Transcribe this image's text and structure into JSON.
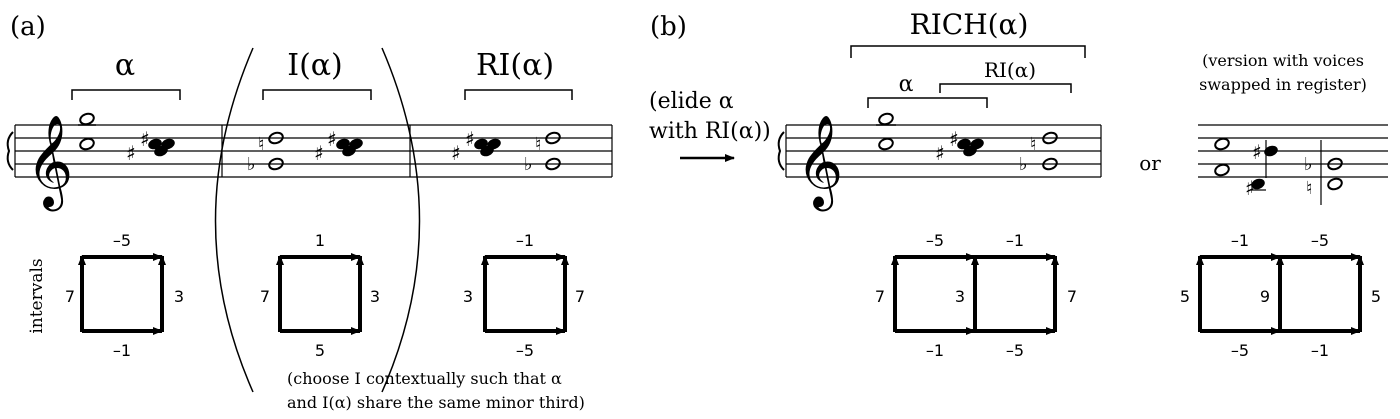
{
  "panel_a": {
    "label": "(a)",
    "sections": {
      "alpha": "α",
      "inversion": "I(α)",
      "retro_inversion": "RI(α)"
    },
    "axis_label": "intervals",
    "boxes": {
      "alpha": {
        "top": "–5",
        "left": "7",
        "right": "3",
        "bottom": "–1"
      },
      "inversion": {
        "top": "1",
        "left": "7",
        "right": "3",
        "bottom": "5"
      },
      "retro_inversion": {
        "top": "–1",
        "left": "3",
        "right": "7",
        "bottom": "–5"
      }
    },
    "caption_line1": "(choose I contextually such that α",
    "caption_line2": "and I(α) share the same minor third)"
  },
  "panel_b": {
    "label": "(b)",
    "elide_line1": "(elide α",
    "elide_line2": "with RI(α))",
    "rich_label": "RICH(α)",
    "alpha_label": "α",
    "ri_label": "RI(α)",
    "or_label": "or",
    "version_line1": "(version with voices",
    "version_line2": "swapped in register)",
    "boxes_rich": {
      "top1": "–5",
      "top2": "–1",
      "left": "7",
      "middle": "3",
      "right": "7",
      "bottom1": "–1",
      "bottom2": "–5"
    },
    "boxes_swapped": {
      "top1": "–1",
      "top2": "–5",
      "left": "5",
      "middle": "9",
      "right": "5",
      "bottom1": "–5",
      "bottom2": "–1"
    }
  },
  "glyphs": {
    "treble_clef": "𝄞",
    "sharp": "♯",
    "flat": "♭",
    "natural": "♮",
    "arrow": "⟶"
  }
}
